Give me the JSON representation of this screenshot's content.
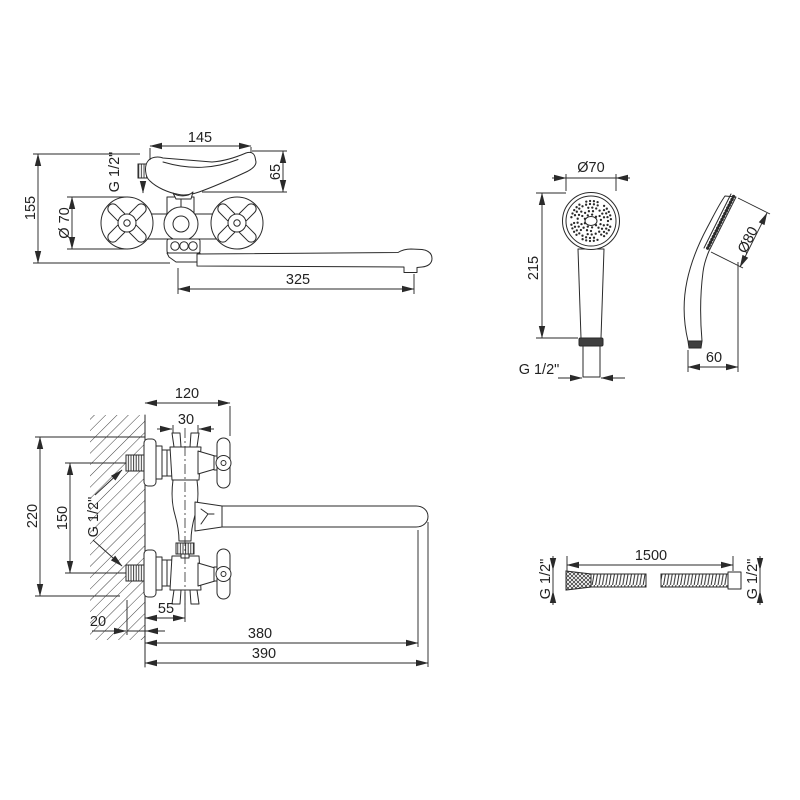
{
  "colors": {
    "line": "#2a2a2a",
    "text": "#222222",
    "background": "#ffffff",
    "dark_fill": "#3f3f3f"
  },
  "views": {
    "faucet_front": {
      "dims": {
        "lever_length": "145",
        "thread_top": "G 1/2\"",
        "lever_height": "65",
        "handle_diameter": "Ø 70",
        "overall_height": "155",
        "spout_length": "325"
      }
    },
    "handset_front": {
      "dims": {
        "head_diameter": "Ø70",
        "overall_length": "215",
        "thread": "G 1/2\""
      }
    },
    "handset_side": {
      "dims": {
        "head_depth": "Ø80",
        "base_width": "60"
      }
    },
    "faucet_side": {
      "dims": {
        "depth": "120",
        "slot": "30",
        "overall_height": "220",
        "inlet_spacing": "150",
        "inlet_thread": "G 1/2\"",
        "wall_inset": "20",
        "body_offset": "55",
        "spout_reach": "380",
        "overall_reach": "390"
      }
    },
    "hose": {
      "dims": {
        "length": "1500",
        "thread_left": "G 1/2\"",
        "thread_right": "G 1/2\""
      }
    }
  }
}
